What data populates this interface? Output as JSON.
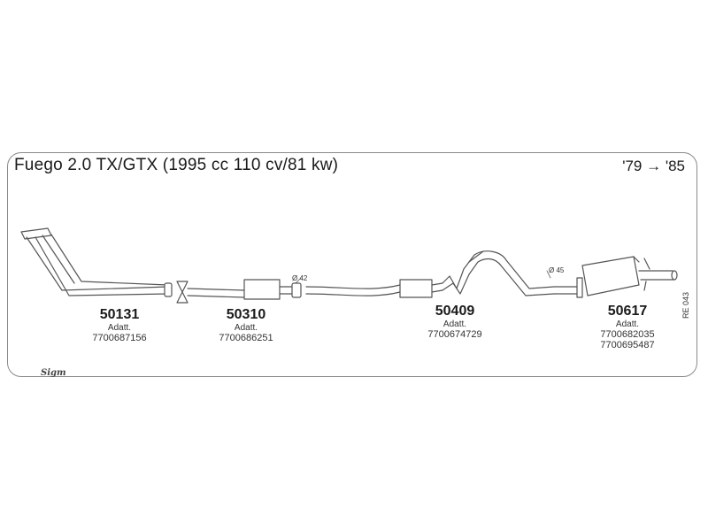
{
  "title": "Fuego 2.0 TX/GTX (1995 cc 110 cv/81 kw)",
  "years": "'79 → '85",
  "catalog_code": "RE 043",
  "brand_mark": "Sigm",
  "parts": [
    {
      "number": "50131",
      "sub": "Adatt.",
      "refs": [
        "7700687156"
      ]
    },
    {
      "number": "50310",
      "sub": "Adatt.",
      "refs": [
        "7700686251"
      ]
    },
    {
      "number": "50409",
      "sub": "Adatt.",
      "refs": [
        "7700674729"
      ]
    },
    {
      "number": "50617",
      "sub": "Adatt.",
      "refs": [
        "7700682035",
        "7700695487"
      ]
    }
  ],
  "diameters": [
    "Ø 42",
    "Ø 45"
  ],
  "colors": {
    "line": "#555555",
    "frame": "#8a8a8a"
  }
}
